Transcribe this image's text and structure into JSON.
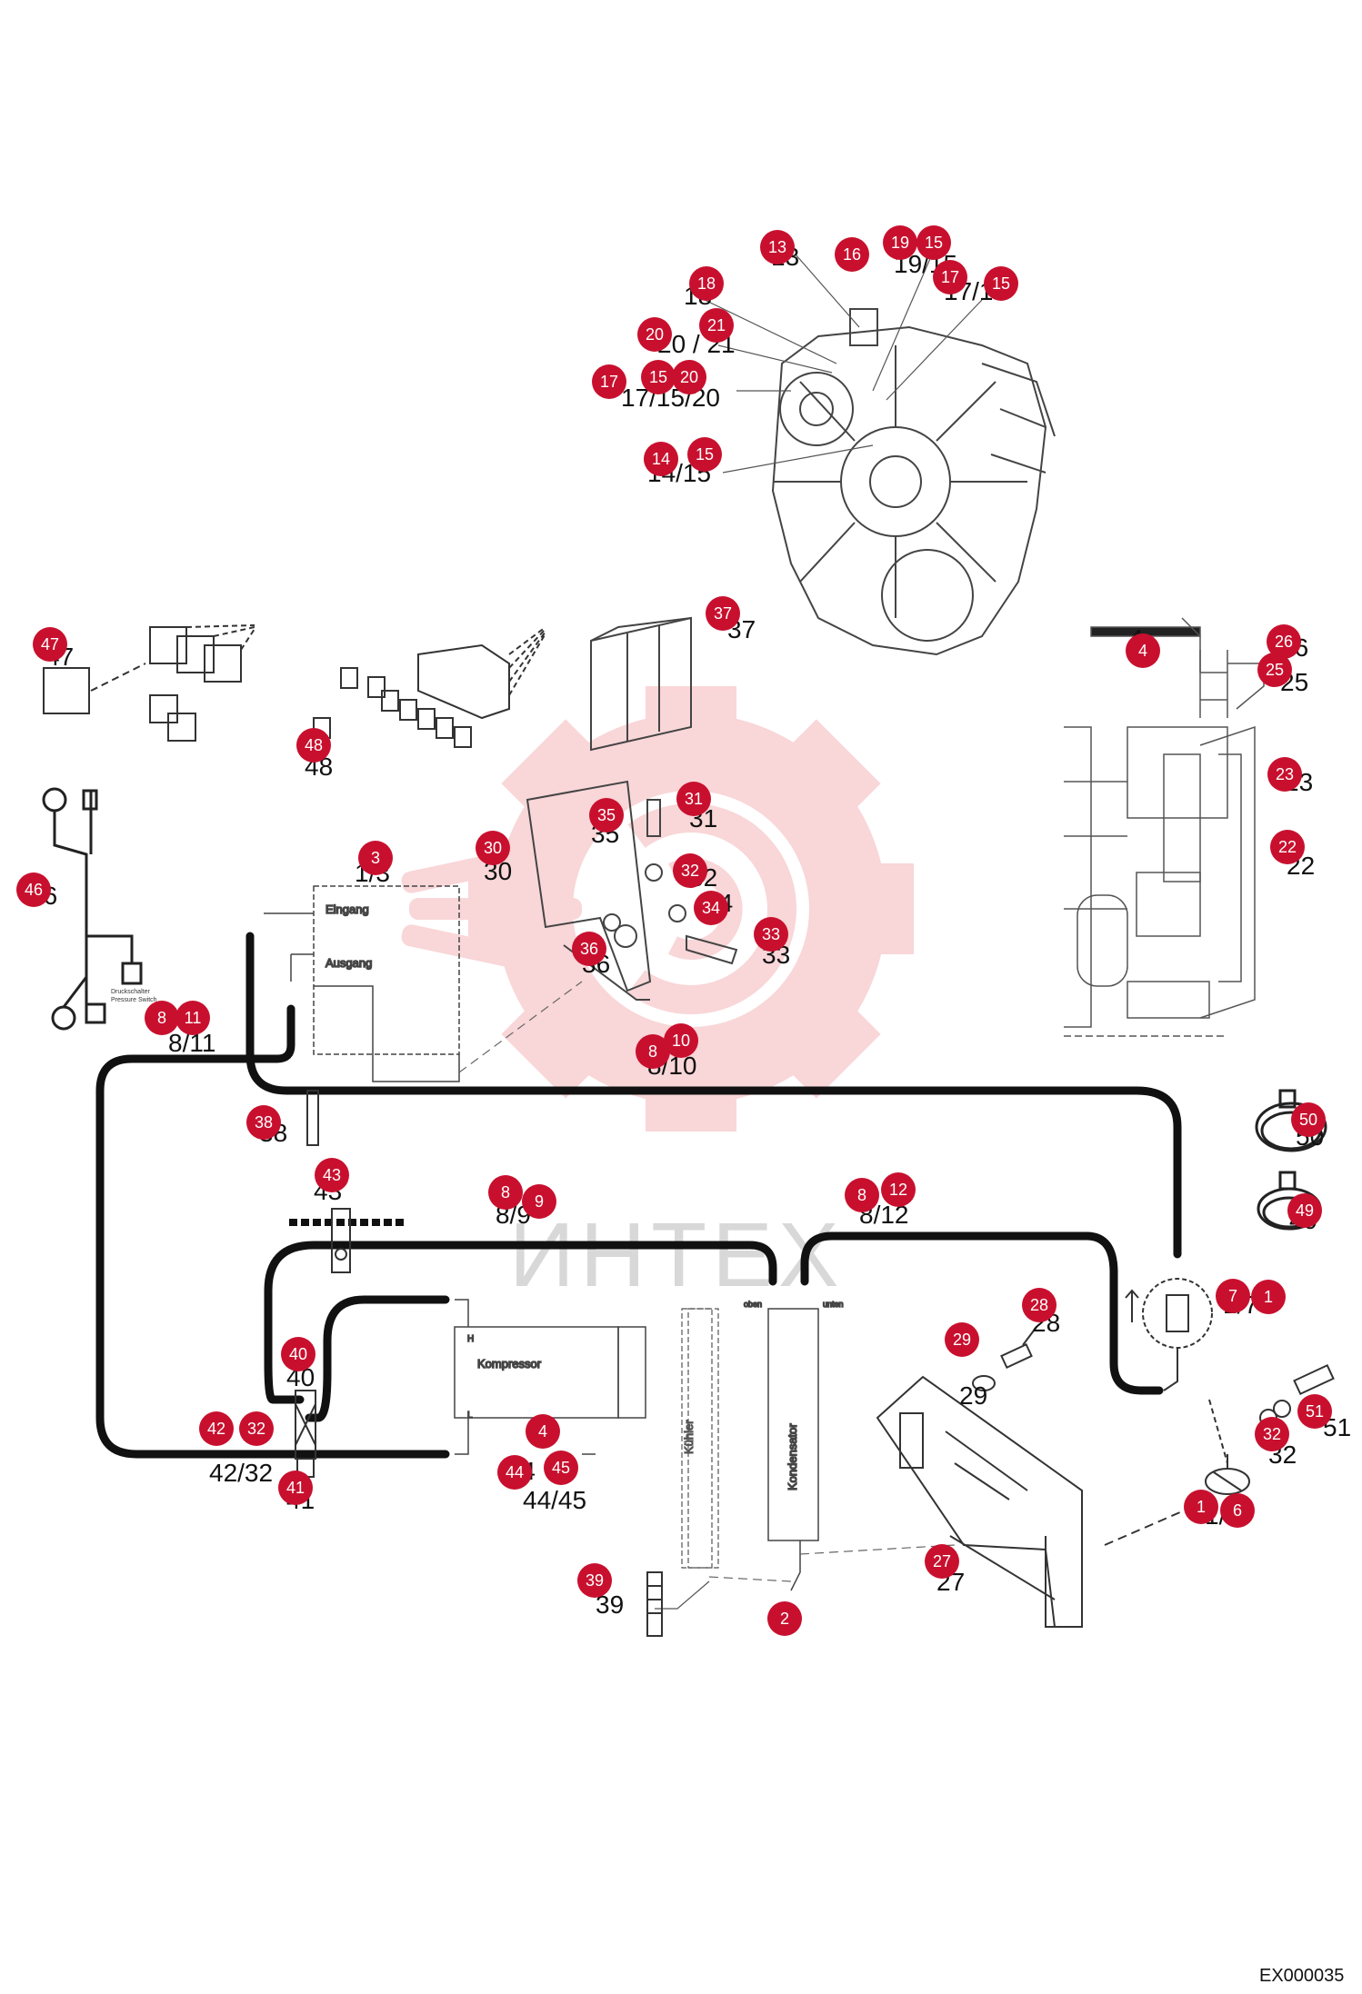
{
  "watermark": {
    "text": "ИНТЕХ"
  },
  "drawing_code": "EX000035",
  "component_labels": {
    "eingang": "Eingang",
    "ausgang": "Ausgang",
    "kompressor": "Kompressor",
    "kuehler": "Kühler",
    "kondensator": "Kondensator",
    "oben": "oben",
    "unten": "unten",
    "h": "H",
    "l": "L",
    "pressure_switch_de": "Druckschalter",
    "pressure_switch_en": "Pressure Switch"
  },
  "part_labels": [
    {
      "text": "13"
    },
    {
      "text": "19/15"
    },
    {
      "text": "17/15"
    },
    {
      "text": "18"
    },
    {
      "text": "20 / 21"
    },
    {
      "text": "17/15/20"
    },
    {
      "text": "14/15"
    },
    {
      "text": "37"
    },
    {
      "text": "4"
    },
    {
      "text": "26"
    },
    {
      "text": "25"
    },
    {
      "text": "47"
    },
    {
      "text": "48"
    },
    {
      "text": "31"
    },
    {
      "text": "35"
    },
    {
      "text": "30"
    },
    {
      "text": "32"
    },
    {
      "text": "34"
    },
    {
      "text": "33"
    },
    {
      "text": "36"
    },
    {
      "text": "1/3"
    },
    {
      "text": "46"
    },
    {
      "text": "8/11"
    },
    {
      "text": "8/10"
    },
    {
      "text": "23"
    },
    {
      "text": "22"
    },
    {
      "text": "38"
    },
    {
      "text": "50"
    },
    {
      "text": "49"
    },
    {
      "text": "43"
    },
    {
      "text": "8/9"
    },
    {
      "text": "8/12"
    },
    {
      "text": "40"
    },
    {
      "text": "42/32"
    },
    {
      "text": "41"
    },
    {
      "text": "1/4"
    },
    {
      "text": "44/45"
    },
    {
      "text": "28"
    },
    {
      "text": "29"
    },
    {
      "text": "1/7"
    },
    {
      "text": "51"
    },
    {
      "text": "32"
    },
    {
      "text": "1/6"
    },
    {
      "text": "27"
    },
    {
      "text": "39"
    },
    {
      "text": "2"
    }
  ],
  "badges": [
    {
      "n": "13"
    },
    {
      "n": "16"
    },
    {
      "n": "19"
    },
    {
      "n": "15"
    },
    {
      "n": "17"
    },
    {
      "n": "15"
    },
    {
      "n": "18"
    },
    {
      "n": "20"
    },
    {
      "n": "21"
    },
    {
      "n": "17"
    },
    {
      "n": "15"
    },
    {
      "n": "20"
    },
    {
      "n": "14"
    },
    {
      "n": "15"
    },
    {
      "n": "37"
    },
    {
      "n": "4"
    },
    {
      "n": "26"
    },
    {
      "n": "25"
    },
    {
      "n": "47"
    },
    {
      "n": "48"
    },
    {
      "n": "31"
    },
    {
      "n": "35"
    },
    {
      "n": "30"
    },
    {
      "n": "32"
    },
    {
      "n": "34"
    },
    {
      "n": "33"
    },
    {
      "n": "36"
    },
    {
      "n": "3"
    },
    {
      "n": "46"
    },
    {
      "n": "8"
    },
    {
      "n": "11"
    },
    {
      "n": "8"
    },
    {
      "n": "10"
    },
    {
      "n": "23"
    },
    {
      "n": "22"
    },
    {
      "n": "38"
    },
    {
      "n": "50"
    },
    {
      "n": "49"
    },
    {
      "n": "43"
    },
    {
      "n": "8"
    },
    {
      "n": "9"
    },
    {
      "n": "8"
    },
    {
      "n": "12"
    },
    {
      "n": "40"
    },
    {
      "n": "42"
    },
    {
      "n": "32"
    },
    {
      "n": "41"
    },
    {
      "n": "4"
    },
    {
      "n": "44"
    },
    {
      "n": "45"
    },
    {
      "n": "28"
    },
    {
      "n": "29"
    },
    {
      "n": "7"
    },
    {
      "n": "1"
    },
    {
      "n": "51"
    },
    {
      "n": "32"
    },
    {
      "n": "1"
    },
    {
      "n": "6"
    },
    {
      "n": "27"
    },
    {
      "n": "39"
    },
    {
      "n": "2"
    }
  ],
  "colors": {
    "badge": "#c8102e",
    "watermark_gear": "#f5b5b9",
    "hose": "#111111",
    "line": "#333333"
  }
}
